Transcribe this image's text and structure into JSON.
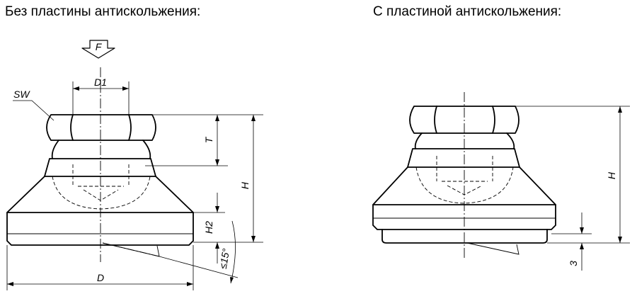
{
  "headings": {
    "left": "Без пластины антискольжения:",
    "right": "С пластиной антискольжения:"
  },
  "left_view": {
    "force_label": "F",
    "labels": {
      "sw": "SW",
      "d1": "D1",
      "t": "T",
      "h": "H",
      "h2": "H2",
      "angle": "≤15°",
      "d": "D"
    }
  },
  "right_view": {
    "labels": {
      "h": "H",
      "plate_thickness": "3"
    }
  }
}
